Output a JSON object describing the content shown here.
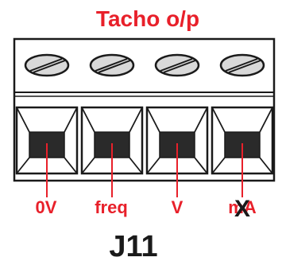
{
  "title": "Tacho o/p",
  "connector_id": "J11",
  "terminals": [
    {
      "label": "0V",
      "crossed_label": ""
    },
    {
      "label": "freq",
      "crossed_label": ""
    },
    {
      "label": "V",
      "crossed_label": ""
    },
    {
      "label": "mA",
      "crossed_label": "X"
    }
  ],
  "colors": {
    "label": "#e8202a",
    "outline": "#1a1a1a",
    "socket_fill": "#2a2a2a",
    "screw_fill": "#d9d9d9",
    "crossout": "#1a1a1a"
  }
}
